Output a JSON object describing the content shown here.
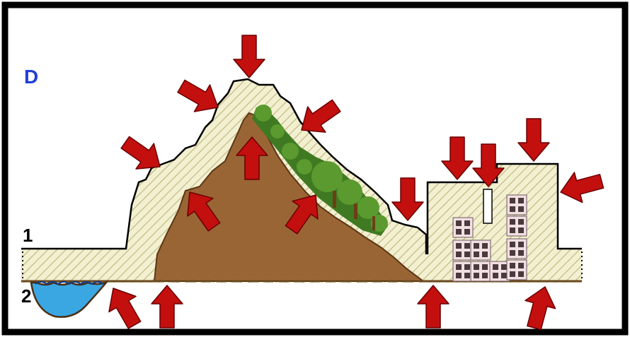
{
  "panel_label": "D",
  "level_labels": [
    "1",
    "2"
  ],
  "arrow_color": "#c40f0f",
  "hatch_fill_color": "#f3f0d2",
  "hatch_line_color": "#c9c48f",
  "earth_color": "#9a6535",
  "water_color": "#3aa7e3",
  "tree_color": "#4b8a2a",
  "building_color": "#f2dfe2"
}
